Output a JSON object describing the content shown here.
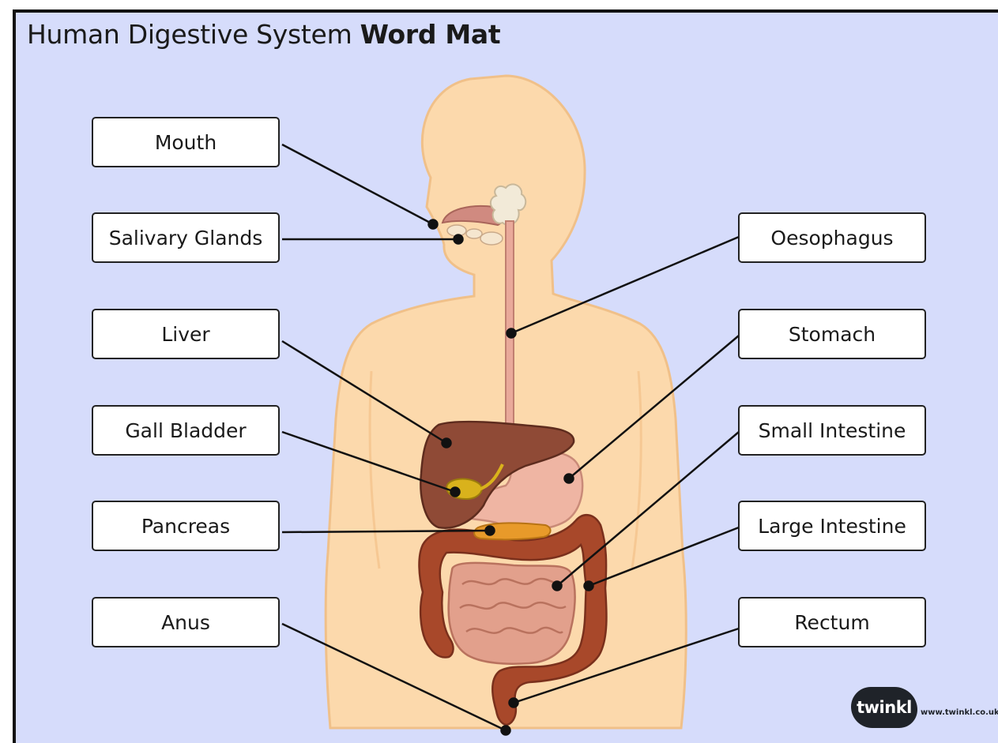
{
  "title": {
    "normal": "Human Digestive System ",
    "bold": "Word Mat"
  },
  "labels": {
    "mouth": "Mouth",
    "salivary_glands": "Salivary Glands",
    "liver": "Liver",
    "gall_bladder": "Gall Bladder",
    "pancreas": "Pancreas",
    "anus": "Anus",
    "oesophagus": "Oesophagus",
    "stomach": "Stomach",
    "small_intestine": "Small Intestine",
    "large_intestine": "Large Intestine",
    "rectum": "Rectum"
  },
  "logo": {
    "name": "twinkl",
    "url": "www.twinkl.co.uk"
  },
  "colors": {
    "background": "#d6dcfb",
    "skin": "#fcd9ac",
    "liver": "#8f4a36",
    "stomach": "#efb5a3",
    "large_intestine": "#a8482a",
    "small_intestine": "#e2a08c",
    "gall_bladder": "#d9b21c",
    "pancreas": "#e89a2a"
  }
}
